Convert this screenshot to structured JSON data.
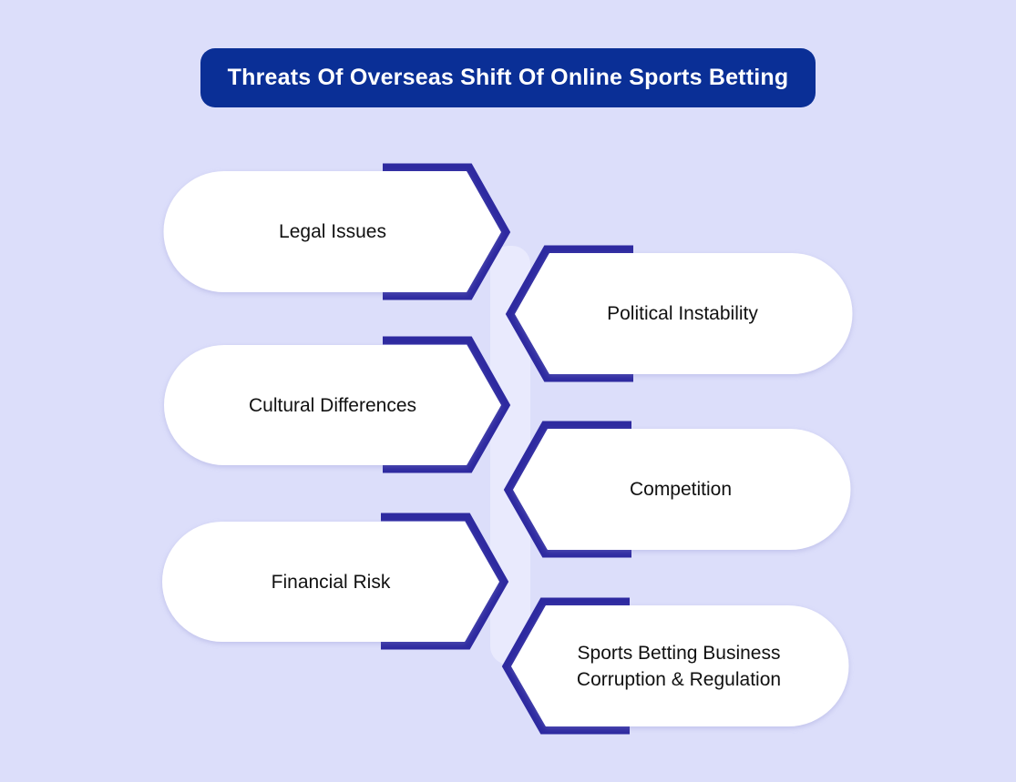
{
  "title": "Threats Of Overseas Shift Of Online Sports Betting",
  "colors": {
    "background": "#dcdefa",
    "title_fill": "#0a2f96",
    "arrow_stroke": "#2e2aa0",
    "connector": "#e9eafd",
    "pill_fill": "#ffffff"
  },
  "items": [
    {
      "label": "Legal Issues",
      "side": "left"
    },
    {
      "label": "Political Instability",
      "side": "right"
    },
    {
      "label": "Cultural Differences",
      "side": "left"
    },
    {
      "label": "Competition",
      "side": "right"
    },
    {
      "label": "Financial Risk",
      "side": "left"
    },
    {
      "label": "Sports Betting Business Corruption & Regulation",
      "side": "right"
    }
  ]
}
